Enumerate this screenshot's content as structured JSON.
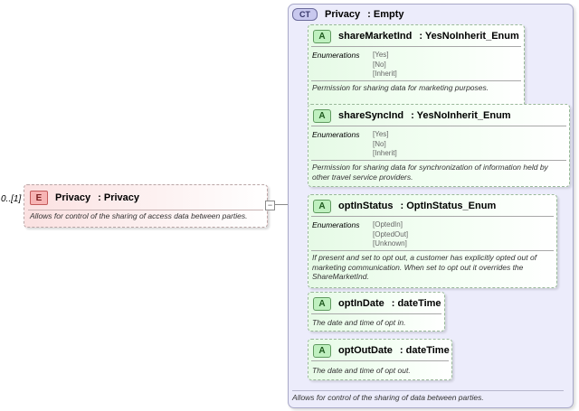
{
  "element": {
    "occurrence": "0..[1]",
    "badge": "E",
    "name": "Privacy",
    "type_label": ": Privacy",
    "doc": "Allows for control of the sharing of access data between parties."
  },
  "compositor": {
    "symbol": "−"
  },
  "complex_type": {
    "badge": "CT",
    "name": "Privacy",
    "type_label": ": Empty",
    "doc": "Allows for control of the sharing of data between parties."
  },
  "attributes": [
    {
      "badge": "A",
      "name": "shareMarketInd",
      "type_label": ": YesNoInherit_Enum",
      "enum_label": "Enumerations",
      "enums": [
        "[Yes]",
        "[No]",
        "[Inherit]"
      ],
      "doc": "Permission for sharing data for marketing purposes."
    },
    {
      "badge": "A",
      "name": "shareSyncInd",
      "type_label": ": YesNoInherit_Enum",
      "enum_label": "Enumerations",
      "enums": [
        "[Yes]",
        "[No]",
        "[Inherit]"
      ],
      "doc": "Permission for sharing data for synchronization of information held by other travel service providers."
    },
    {
      "badge": "A",
      "name": "optInStatus",
      "type_label": ": OptInStatus_Enum",
      "enum_label": "Enumerations",
      "enums": [
        "[OptedIn]",
        "[OptedOut]",
        "[Unknown]"
      ],
      "doc": "If present and set to opt out, a customer has explicitly opted out of marketing communication. When set to opt out it overrides the ShareMarketInd."
    },
    {
      "badge": "A",
      "name": "optInDate",
      "type_label": ": dateTime",
      "doc": "The date and time of opt in."
    },
    {
      "badge": "A",
      "name": "optOutDate",
      "type_label": ": dateTime",
      "doc": "The date and time of opt out."
    }
  ]
}
